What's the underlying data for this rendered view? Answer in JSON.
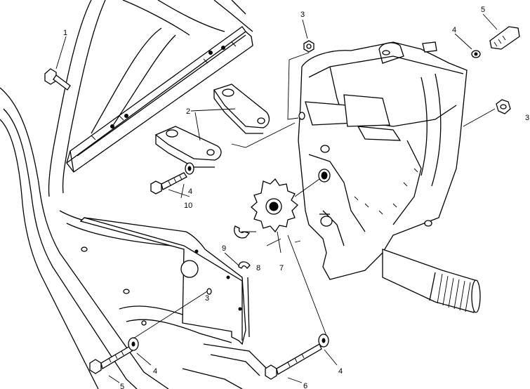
{
  "callouts": {
    "frame_bolt": "1",
    "bracket": "2",
    "nut_top": "3",
    "nut_right": "3",
    "nut_plate": "3",
    "washer_top": "4",
    "washer_left": "4",
    "washer_bottom_left": "4",
    "washer_bottom_right": "4",
    "bolt_top_right": "5",
    "bolt_bottom_right": "6",
    "sprocket": "7",
    "snap_ring": "8",
    "sprocket_clip": "9",
    "bolt_left": "10",
    "bolt_bottom_left": "5"
  }
}
